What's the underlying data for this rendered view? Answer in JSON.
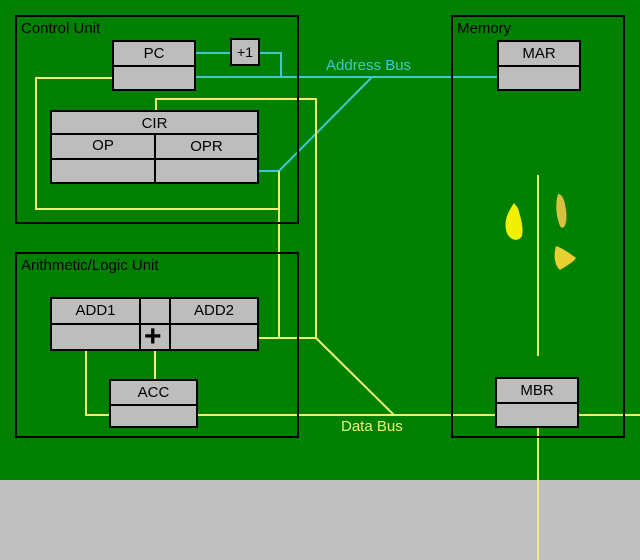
{
  "units": {
    "control": "Control Unit",
    "memory": "Memory",
    "alu": "Arithmetic/Logic Unit"
  },
  "registers": {
    "pc": "PC",
    "increment": "+1",
    "cir": "CIR",
    "op": "OP",
    "opr": "OPR",
    "mar": "MAR",
    "add1": "ADD1",
    "add2": "ADD2",
    "plus": "+",
    "acc": "ACC",
    "mbr": "MBR"
  },
  "buses": {
    "address": "Address Bus",
    "data": "Data Bus"
  },
  "colors": {
    "board": "#008000",
    "outside": "#c0c0c0",
    "register_fill": "#bdbdbd",
    "address_bus": "#40c8d0",
    "data_bus": "#f0f070",
    "blob_yellow": "#f0f000",
    "blob_tan": "#d8c040"
  }
}
